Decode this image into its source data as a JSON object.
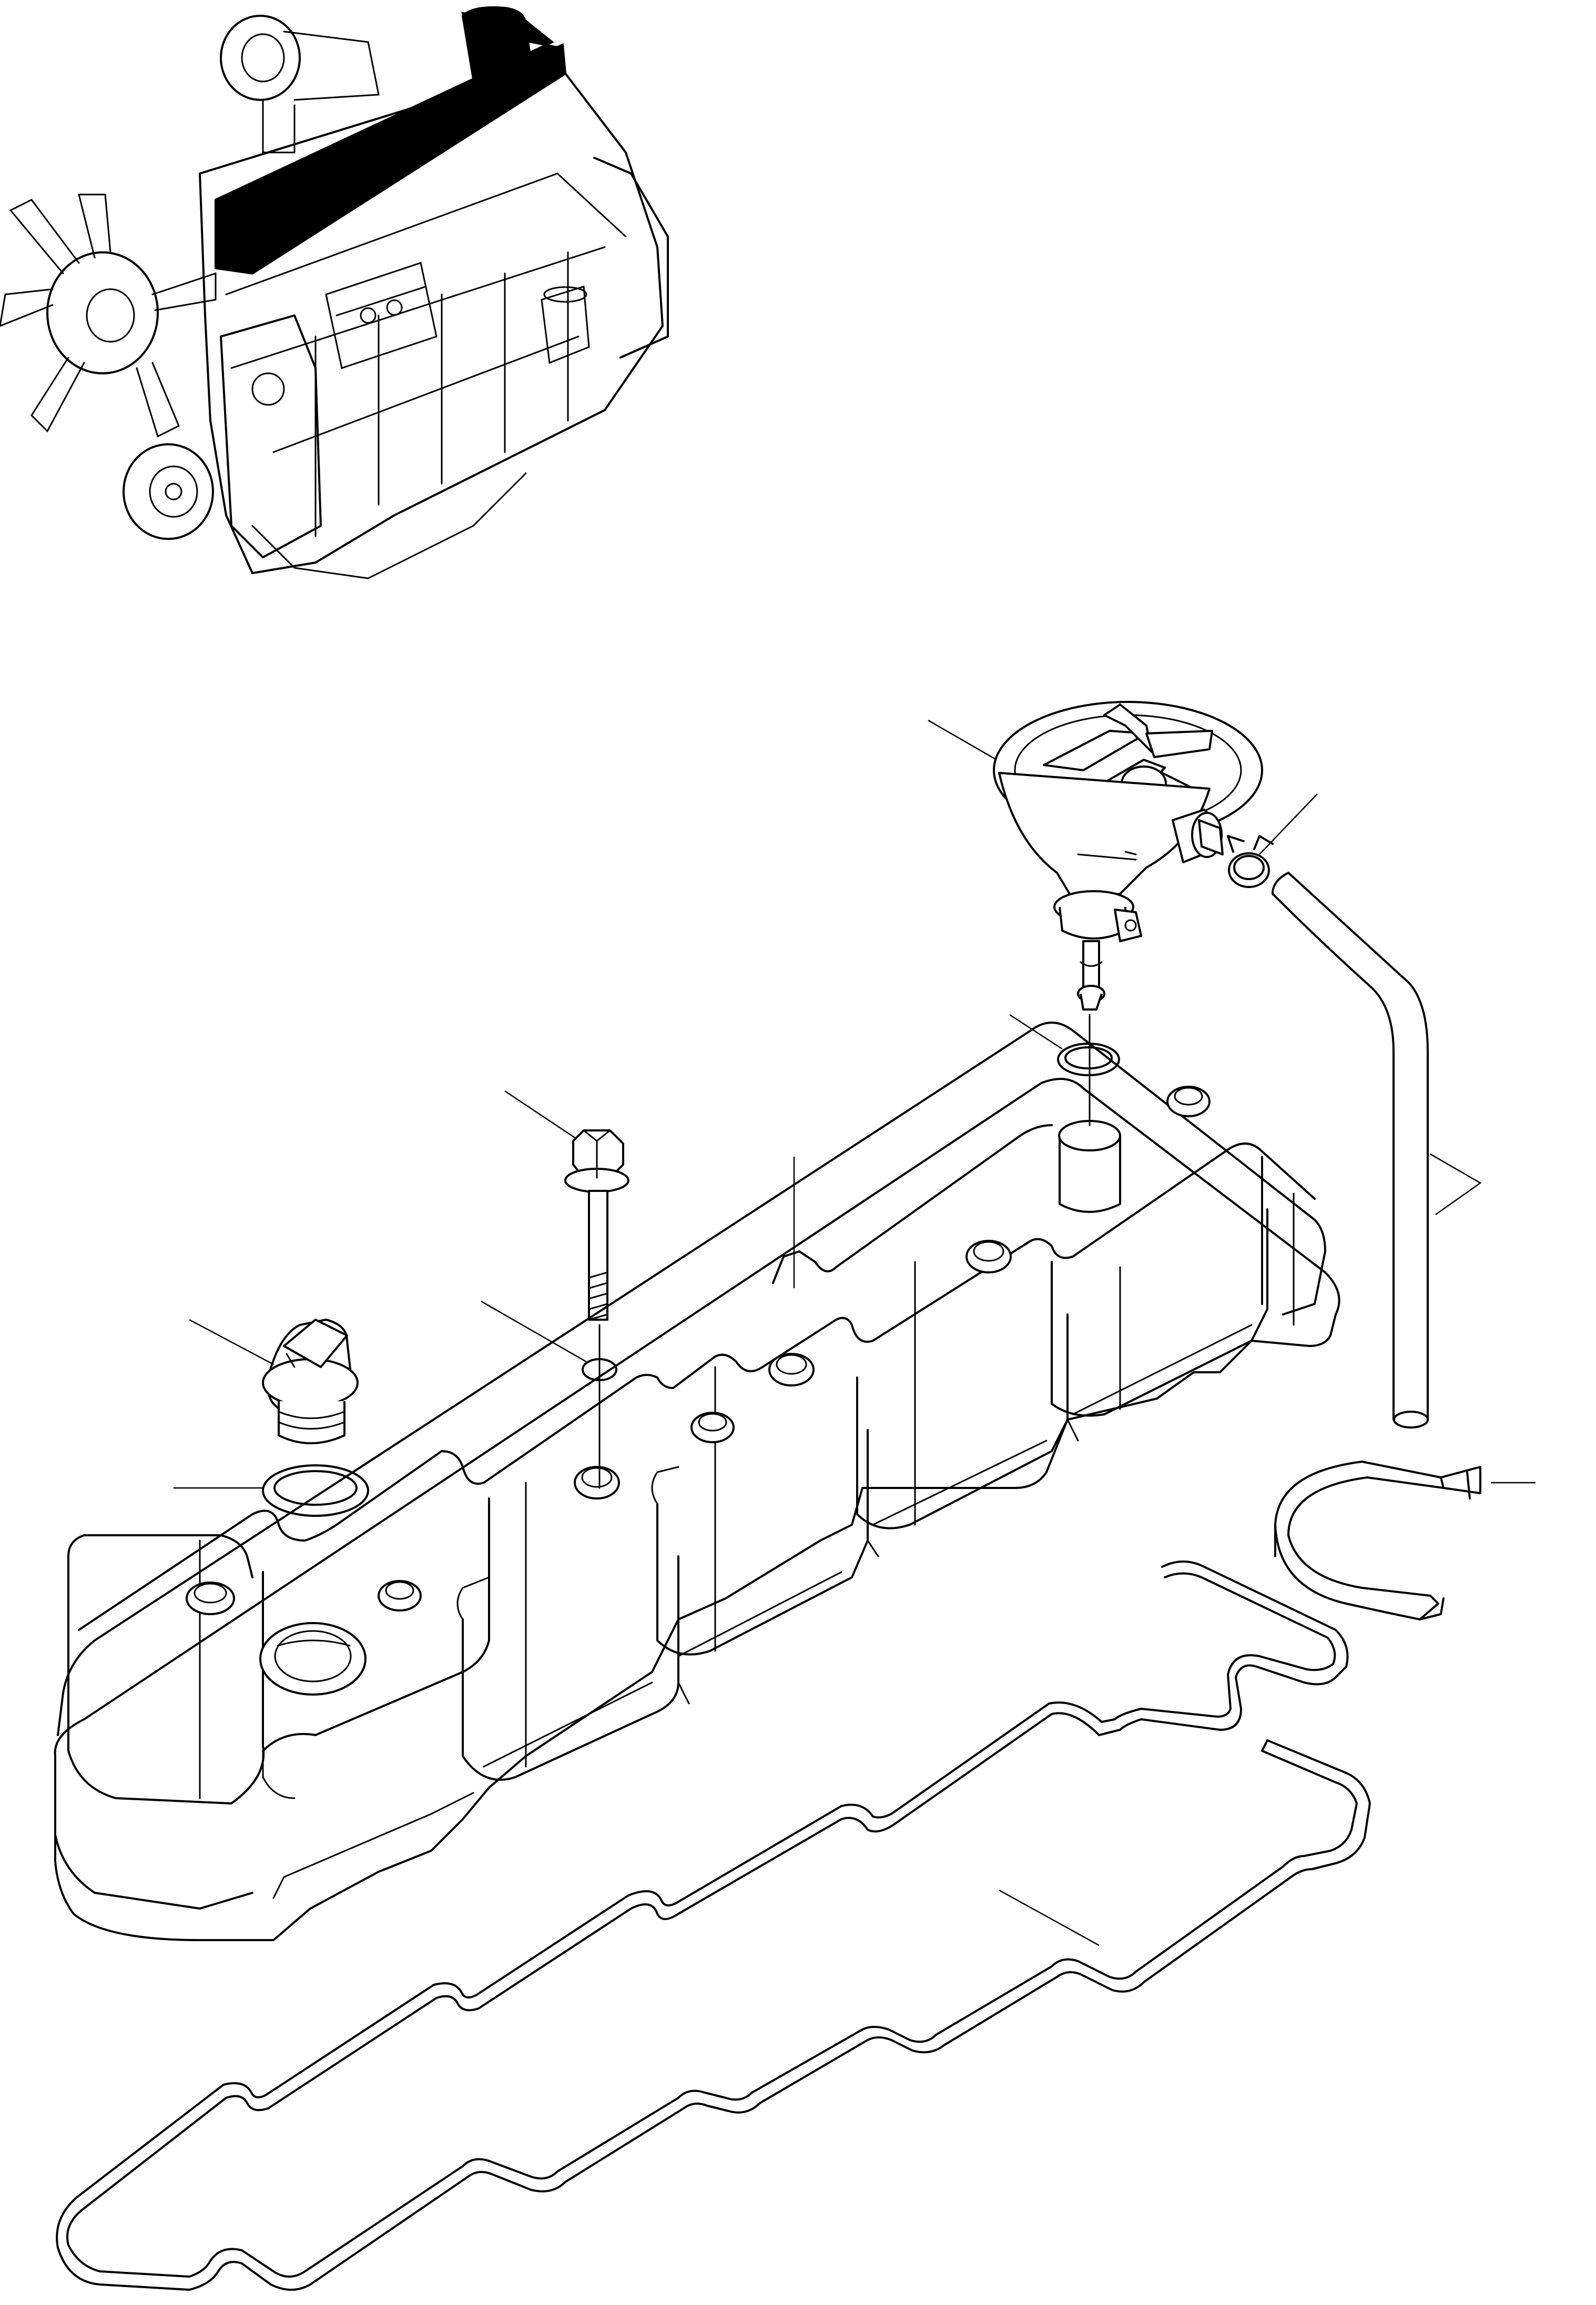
{
  "diagram": {
    "kind": "exploded-parts-view",
    "subject_highlight_color": "#000000",
    "line_color": "#000000",
    "background": "#ffffff",
    "callouts": [],
    "parts": [
      {
        "id": "locator-engine",
        "name": "engine-locator-icon"
      },
      {
        "id": "breather",
        "name": "crankcase-breather"
      },
      {
        "id": "hose-clip",
        "name": "hose-clip"
      },
      {
        "id": "breather-hose",
        "name": "breather-hose"
      },
      {
        "id": "breather-seal",
        "name": "breather-seal-ring"
      },
      {
        "id": "bolt",
        "name": "cover-bolt"
      },
      {
        "id": "bolt-washer",
        "name": "bolt-washer"
      },
      {
        "id": "filler-cap",
        "name": "oil-filler-cap"
      },
      {
        "id": "filler-seal",
        "name": "filler-cap-seal"
      },
      {
        "id": "valve-cover",
        "name": "rocker-valve-cover"
      },
      {
        "id": "hose-band",
        "name": "hose-band-clamp"
      },
      {
        "id": "gasket",
        "name": "cover-gasket"
      }
    ]
  }
}
